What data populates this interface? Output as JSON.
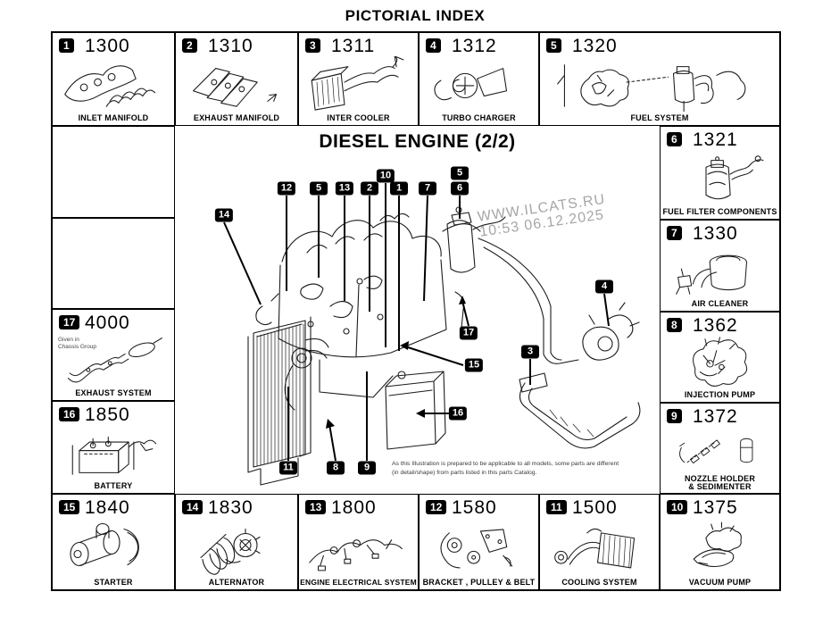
{
  "page": {
    "title": "PICTORIAL INDEX"
  },
  "center": {
    "title": "DIESEL ENGINE (2/2)",
    "watermark": {
      "line1": "WWW.ILCATS.RU",
      "line2": "10:53 06.12.2025"
    },
    "note": {
      "line1": "As this Illustration is prepared to be applicable to all models, some parts are different",
      "line2": "(in detail/shape) from parts listed in this parts Catalog."
    },
    "callouts": [
      "14",
      "12",
      "5",
      "13",
      "2",
      "10",
      "1",
      "7",
      "5",
      "6",
      "4",
      "17",
      "3",
      "15",
      "16",
      "11",
      "8",
      "9"
    ]
  },
  "cells": {
    "c1": {
      "num": "1",
      "code": "1300",
      "caption": "INLET MANIFOLD"
    },
    "c2": {
      "num": "2",
      "code": "1310",
      "caption": "EXHAUST MANIFOLD"
    },
    "c3": {
      "num": "3",
      "code": "1311",
      "caption": "INTER COOLER"
    },
    "c4": {
      "num": "4",
      "code": "1312",
      "caption": "TURBO CHARGER"
    },
    "c5": {
      "num": "5",
      "code": "1320",
      "caption": "FUEL SYSTEM"
    },
    "c6": {
      "num": "6",
      "code": "1321",
      "caption": "FUEL FILTER COMPONENTS"
    },
    "c7": {
      "num": "7",
      "code": "1330",
      "caption": "AIR CLEANER"
    },
    "c8": {
      "num": "8",
      "code": "1362",
      "caption": "INJECTION PUMP"
    },
    "c9": {
      "num": "9",
      "code": "1372",
      "caption_line1": "NOZZLE HOLDER",
      "caption_line2": "& SEDIMENTER"
    },
    "c10": {
      "num": "10",
      "code": "1375",
      "caption": "VACUUM PUMP"
    },
    "c11": {
      "num": "11",
      "code": "1500",
      "caption": "COOLING SYSTEM"
    },
    "c12": {
      "num": "12",
      "code": "1580",
      "caption": "BRACKET , PULLEY & BELT"
    },
    "c13": {
      "num": "13",
      "code": "1800",
      "caption": "ENGINE ELECTRICAL SYSTEM"
    },
    "c14": {
      "num": "14",
      "code": "1830",
      "caption": "ALTERNATOR"
    },
    "c15": {
      "num": "15",
      "code": "1840",
      "caption": "STARTER"
    },
    "c16": {
      "num": "16",
      "code": "1850",
      "caption": "BATTERY"
    },
    "c17": {
      "num": "17",
      "code": "4000",
      "caption": "EXHAUST SYSTEM",
      "note_line1": "Given in",
      "note_line2": "Chassis Group"
    }
  },
  "colors": {
    "line": "#000000",
    "badge_bg": "#000000",
    "badge_text": "#ffffff",
    "watermark": "#a6a6a6"
  }
}
